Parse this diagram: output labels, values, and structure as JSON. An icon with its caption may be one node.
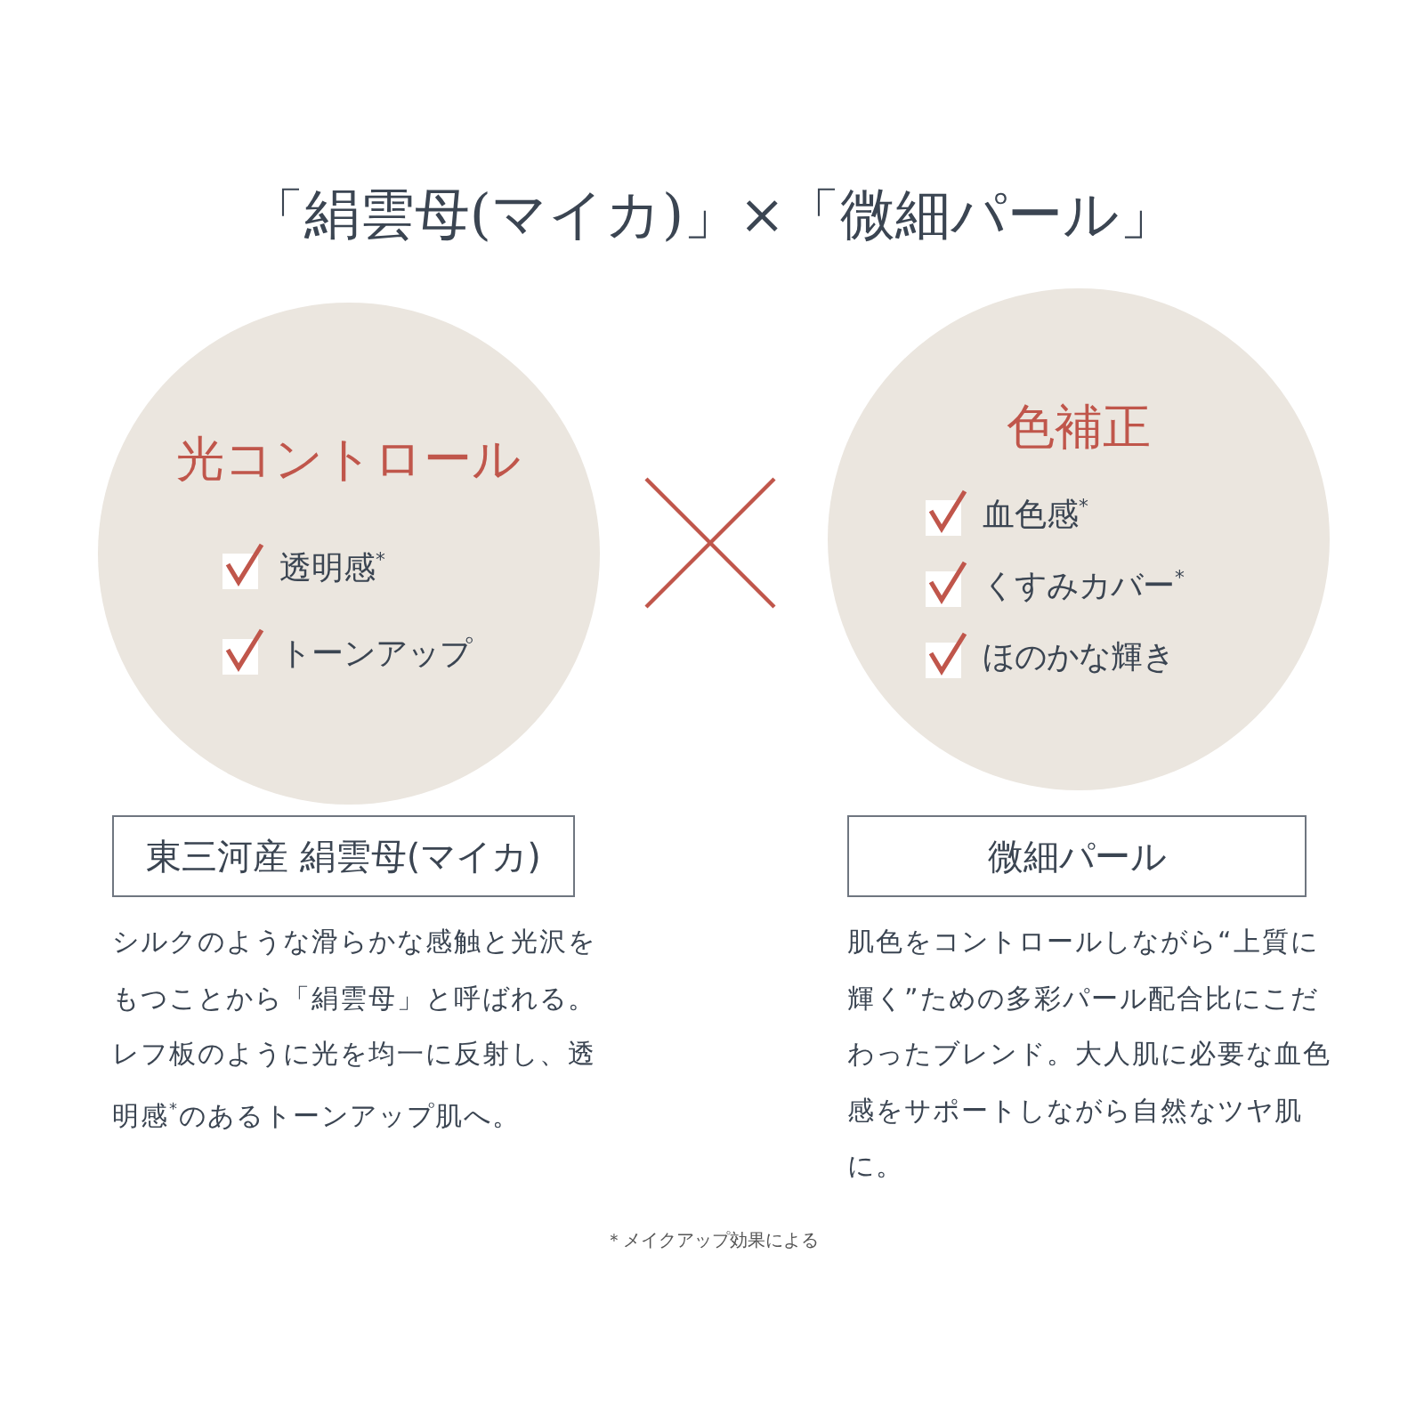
{
  "diagram": {
    "title": "「絹雲母(マイカ)」×「微細パール」",
    "nodes": [
      {
        "text": [
          "光コントロール",
          "透明感$^{*}$",
          "トーンアップ"
        ]
      },
      {
        "text": [
          "色補正",
          "血色感$^{*}$",
          "くすみカバー$^{*}$",
          "ほのかな輝き"
        ]
      },
      {
        "text": [
          "東三河産 絹雲母(マイカ)"
        ],
        "beside": [
          "シルクのような滑らかな感触と光沢をもつことから「絹雲母」と呼ばれる。レフ板のように光を均一に反射し、透明感$^{*}$のあるトーンアップ肌へ。"
        ]
      },
      {
        "text": [
          "微細パール"
        ],
        "beside": [
          "肌色をコントロールしながら“上質に輝く”ための多彩パール配合比にこだわったブレンド。大人肌に必要な血色感をサポートしながら自然なツヤ肌に。"
        ]
      }
    ],
    "labels": [
      "＊メイクアップ効果による"
    ]
  }
}
